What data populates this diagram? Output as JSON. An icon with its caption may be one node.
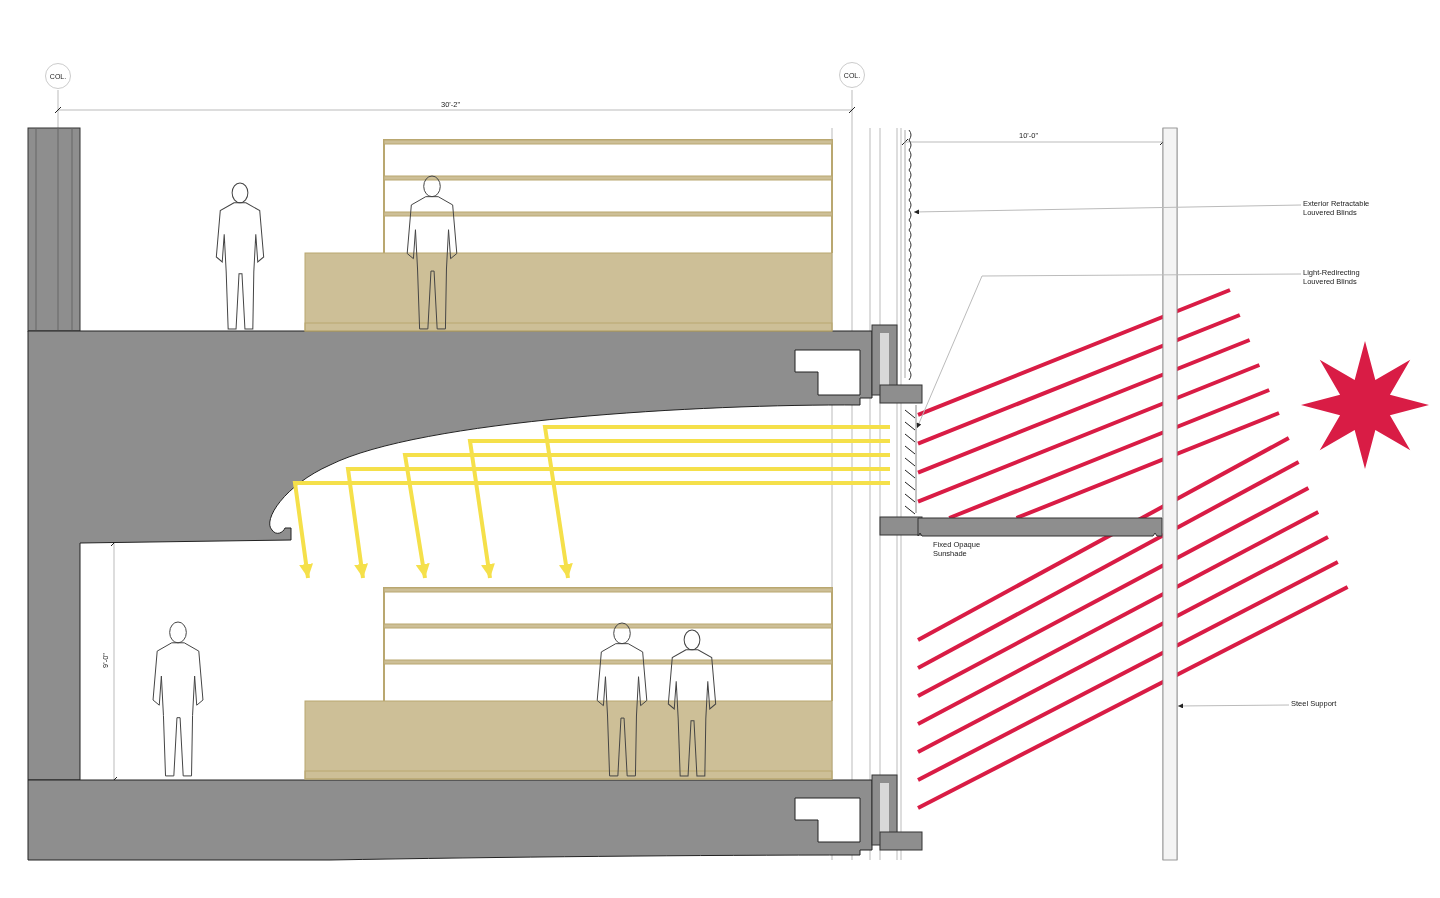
{
  "diagram": {
    "nodes": [
      {
        "text": [
          "COL."
        ]
      },
      {
        "text": [
          "COL."
        ]
      },
      {
        "text": [
          "Exterior Retractable Louvered Blinds"
        ]
      },
      {
        "text": [],
        "shape": "bar"
      },
      {
        "text": [
          "Light-Redirecting Louvered Blinds"
        ]
      },
      {
        "text": [],
        "shape": "bar"
      },
      {
        "text": [
          "Steel Support"
        ]
      },
      {
        "text": [],
        "shape": "bar"
      }
    ],
    "edges": [
      {
        "from": 2,
        "to": 3,
        "arrow": "to"
      },
      {
        "from": 4,
        "to": 5,
        "arrow": "to"
      },
      {
        "from": 6,
        "to": 7,
        "arrow": "to"
      }
    ],
    "labels": [
      "30'-2\"",
      "10'-0\"",
      "Fixed Opaque Sunshade",
      "9'-0\""
    ]
  }
}
